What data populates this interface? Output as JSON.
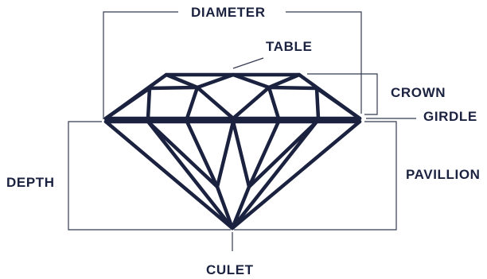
{
  "labels": {
    "diameter": "DIAMETER",
    "table": "TABLE",
    "crown": "CROWN",
    "girdle": "GIRDLE",
    "depth": "DEPTH",
    "pavilion": "PAVILLION",
    "culet": "CULET"
  },
  "colors": {
    "outline": "#1b2240",
    "guide": "#333a52",
    "text": "#1b2240"
  }
}
